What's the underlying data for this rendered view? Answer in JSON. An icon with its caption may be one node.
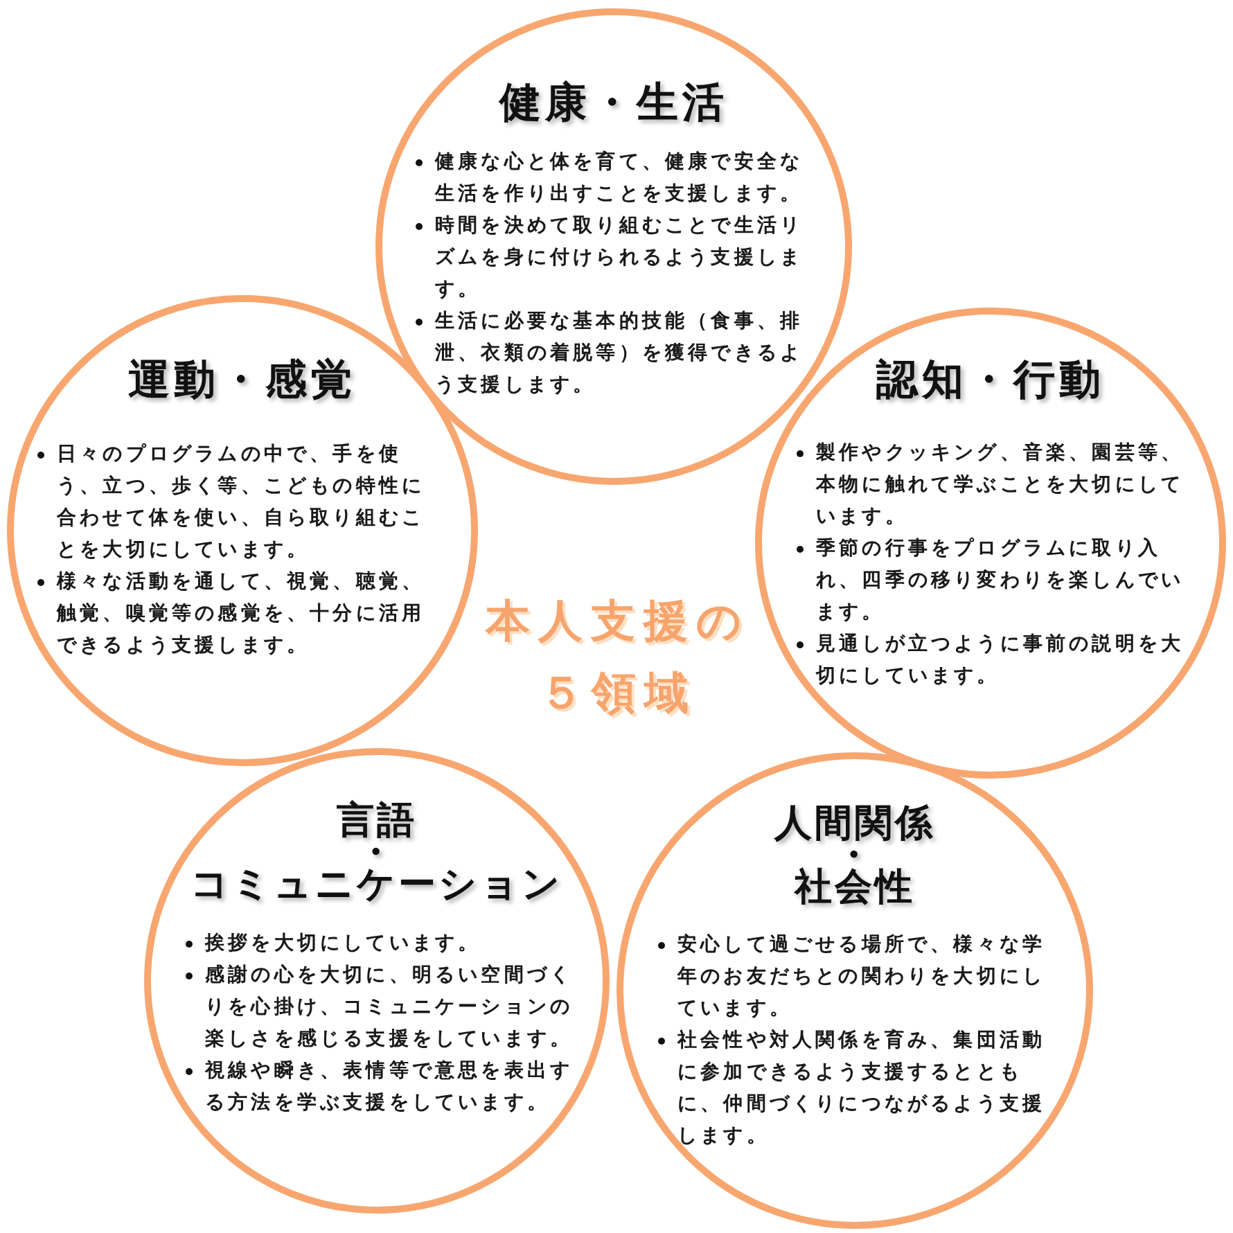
{
  "diagram": {
    "title": "本人支援の５領域",
    "nodes": [
      {
        "text": [
          "健康・生活",
          "健康な心と体を育て、健康で安全な生活を作り出すことを支援します。",
          "時間を決めて取り組むことで生活リズムを身に付けられるよう支援します。",
          "生活に必要な基本的技能（食事、排泄、衣類の着脱等）を獲得できるよう支援します。"
        ]
      },
      {
        "text": [
          "運動・感覚",
          "日々のプログラムの中で、手を使う、立つ、歩く等、こどもの特性に合わせて体を使い、自ら取り組むことを大切にしています。",
          "様々な活動を通して、視覚、聴覚、触覚、嗅覚等の感覚を、十分に活用できるよう支援します。"
        ]
      },
      {
        "text": [
          "認知・行動",
          "製作やクッキング、音楽、園芸等、本物に触れて学ぶことを大切にしています。",
          "季節の行事をプログラムに取り入れ、四季の移り変わりを楽しんでいます。",
          "見通しが立つように事前の説明を大切にしています。"
        ]
      },
      {
        "text": [
          "言語・コミュニケーション",
          "挨拶を大切にしています。",
          "感謝の心を大切に、明るい空間づくりを心掛け、コミュニケーションの楽しさを感じる支援をしています。",
          "視線や瞬き、表情等で意思を表出する方法を学ぶ支援をしています。"
        ]
      },
      {
        "text": [
          "人間関係・社会性",
          "安心して過ごせる場所で、様々な学年のお友だちとの関わりを大切にしています。",
          "社会性や対人関係を育み、集団活動に参加できるよう支援するとともに、仲間づくりにつながるよう支援します。"
        ]
      }
    ]
  }
}
